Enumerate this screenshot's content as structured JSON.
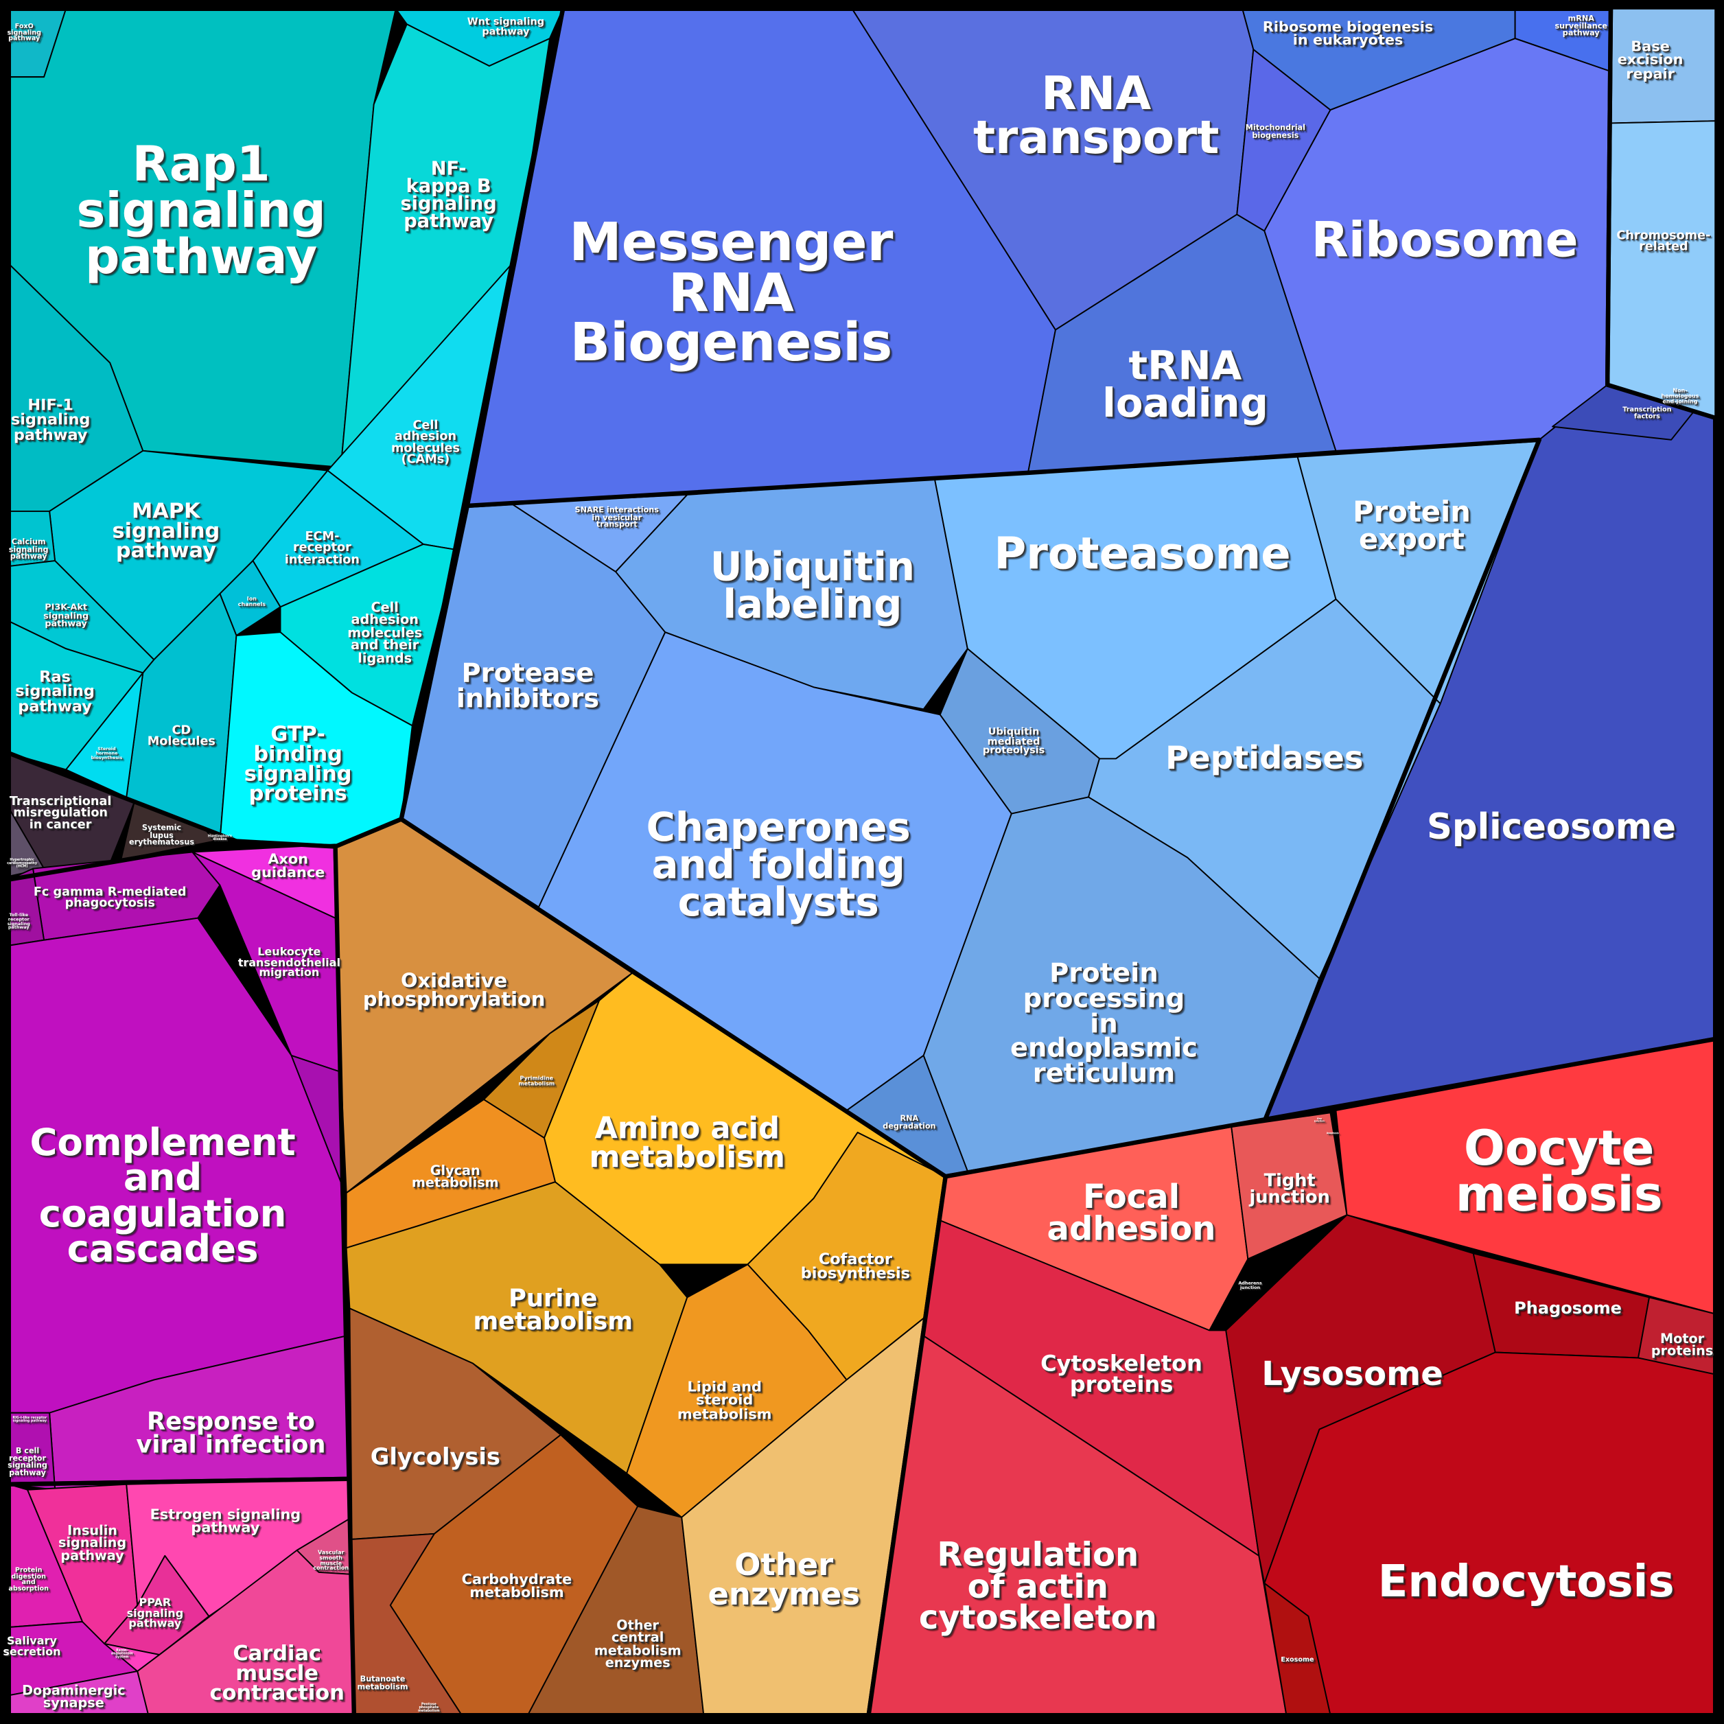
{
  "colors": {
    "teal": "#00c0c0",
    "blue": "#5570ec",
    "lightblue": "#7cc0ff",
    "magenta": "#c010c0",
    "pink": "#ff48b0",
    "orange": "#ffbc20",
    "brown": "#b06030",
    "red": "#ff3a40",
    "darkred": "#b00818",
    "dark": "#3a2a3a"
  },
  "labels": {
    "foxo": "FoxO\nsignaling\npathway",
    "rap1": "Rap1\nsignaling\npathway",
    "wnt": "Wnt signaling\npathway",
    "nfkb": "NF-\nkappa B\nsignaling\npathway",
    "hif1": "HIF-1\nsignaling\npathway",
    "cams": "Cell\nadhesion\nmolecules\n(CAMs)",
    "mapk": "MAPK\nsignaling\npathway",
    "ecm": "ECM-\nreceptor\ninteraction",
    "calcium": "Calcium\nsignaling\npathway",
    "pi3k": "PI3K-Akt\nsignaling\npathway",
    "ion": "Ion\nchannels",
    "ras": "Ras\nsignaling\npathway",
    "cam_ligands": "Cell\nadhesion\nmolecules\nand their\nligands",
    "cd": "CD\nMolecules",
    "steroid": "Steroid\nhormone\nbiosynthesis",
    "gtp": "GTP-\nbinding\nsignaling\nproteins",
    "transcriptional": "Transcriptional\nmisregulation\nin cancer",
    "lupus": "Systemic\nlupus\nerythematosus",
    "hcm": "Hypertrophic\ncardiomyopathy\n(HCM)",
    "huntington": "Huntington's\ndisease",
    "axon": "Axon\nguidance",
    "fcgamma": "Fc gamma R-mediated\nphagocytosis",
    "leukocyte": "Leukocyte\ntransendothelial\nmigration",
    "tolllike": "Toll-like\nreceptor\nsignaling\npathway",
    "complement": "Complement\nand\ncoagulation\ncascades",
    "viral": "Response to\nviral infection",
    "rig": "RIG-I-like receptor\nsignaling pathway",
    "bcell": "B cell\nreceptor\nsignaling\npathway",
    "protdig": "Protein\ndigestion\nand\nabsorption",
    "insulin": "Insulin\nsignaling\npathway",
    "estrogen": "Estrogen signaling\npathway",
    "vascular": "Vascular\nsmooth\nmuscle\ncontraction",
    "ppar": "PPAR\nsignaling\npathway",
    "renin": "Renin-\nangiotensin\nsystem",
    "salivary": "Salivary\nsecretion",
    "dopaminergic": "Dopaminergic\nsynapse",
    "cardiac": "Cardiac\nmuscle\ncontraction",
    "oxidative": "Oxidative\nphosphorylation",
    "pyrimidine": "Pyrimidine\nmetabolism",
    "amino": "Amino acid\nmetabolism",
    "glycan": "Glycan\nmetabolism",
    "purine": "Purine\nmetabolism",
    "cofactor": "Cofactor\nbiosynthesis",
    "lipid": "Lipid and\nsteroid\nmetabolism",
    "glycolysis": "Glycolysis",
    "carbohydrate": "Carbohydrate\nmetabolism",
    "othercentral": "Other\ncentral\nmetabolism\nenzymes",
    "butanoate": "Butanoate\nmetabolism",
    "pentose": "Pentose\nphosphate\nmetabolism",
    "otherenzymes": "Other\nenzymes",
    "mrna": "Messenger\nRNA\nBiogenesis",
    "rnatransport": "RNA\ntransport",
    "trna": "tRNA\nloading",
    "ribobio": "Ribosome biogenesis\nin eukaryotes",
    "surveillance": "mRNA\nsurveillance\npathway",
    "mito": "Mitochondrial\nbiogenesis",
    "ribosome": "Ribosome",
    "ber": "Base\nexcision\nrepair",
    "chromosome": "Chromosome-\nrelated",
    "nhej": "Non-homologous\nend-joining",
    "tf": "Transcription\nfactors",
    "spliceosome": "Spliceosome",
    "protease": "Protease\ninhibitors",
    "snare": "SNARE interactions\nin vesicular\ntransport",
    "ubiquitin": "Ubiquitin\nlabeling",
    "proteasome": "Proteasome",
    "export": "Protein\nexport",
    "ubimed": "Ubiquitin\nmediated\nproteolysis",
    "peptidases": "Peptidases",
    "chaperones": "Chaperones\nand folding\ncatalysts",
    "er": "Protein\nprocessing\nin\nendoplasmic\nreticulum",
    "rnadeg": "RNA\ndegradation",
    "focal": "Focal\nadhesion",
    "tight": "Tight\njunction",
    "gap": "Gap\njunction",
    "apoptosis": "Apoptosis",
    "adherens": "Adherens\njunction",
    "oocyte": "Oocyte\nmeiosis",
    "cytoskeleton": "Cytoskeleton\nproteins",
    "actin": "Regulation\nof actin\ncytoskeleton",
    "lysosome": "Lysosome",
    "phagosome": "Phagosome",
    "motor": "Motor\nproteins",
    "endocytosis": "Endocytosis",
    "exosome": "Exosome"
  }
}
